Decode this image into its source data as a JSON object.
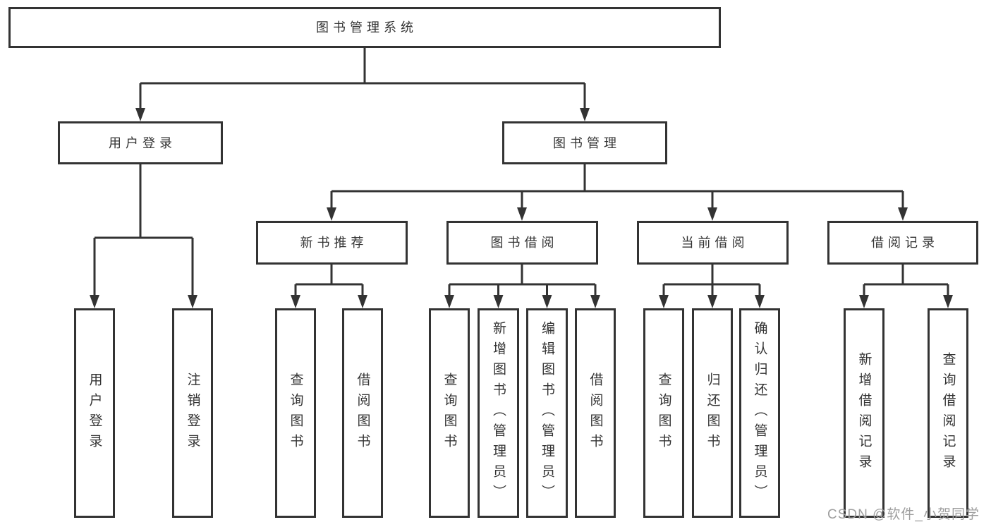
{
  "root": {
    "label": "图书管理系统"
  },
  "level2": [
    {
      "label": "用户登录"
    },
    {
      "label": "图书管理"
    }
  ],
  "level3": [
    {
      "label": "新书推荐",
      "parent": "图书管理"
    },
    {
      "label": "图书借阅",
      "parent": "图书管理"
    },
    {
      "label": "当前借阅",
      "parent": "图书管理"
    },
    {
      "label": "借阅记录",
      "parent": "图书管理"
    }
  ],
  "leaves": [
    {
      "label": "用户登录",
      "parent": "用户登录"
    },
    {
      "label": "注销登录",
      "parent": "用户登录"
    },
    {
      "label": "查询图书",
      "parent": "新书推荐"
    },
    {
      "label": "借阅图书",
      "parent": "新书推荐"
    },
    {
      "label": "查询图书",
      "parent": "图书借阅"
    },
    {
      "label": "新增图书（管理员）",
      "parent": "图书借阅"
    },
    {
      "label": "编辑图书（管理员）",
      "parent": "图书借阅"
    },
    {
      "label": "借阅图书",
      "parent": "图书借阅"
    },
    {
      "label": "查询图书",
      "parent": "当前借阅"
    },
    {
      "label": "归还图书",
      "parent": "当前借阅"
    },
    {
      "label": "确认归还（管理员）",
      "parent": "当前借阅"
    },
    {
      "label": "新增借阅记录",
      "parent": "借阅记录"
    },
    {
      "label": "查询借阅记录",
      "parent": "借阅记录"
    }
  ],
  "watermark": {
    "text": "CSDN @软件_小贺同学"
  },
  "colors": {
    "line": "#333333",
    "box_border": "#333333",
    "text": "#333333",
    "watermark": "#9e9e9e",
    "background": "#ffffff"
  }
}
